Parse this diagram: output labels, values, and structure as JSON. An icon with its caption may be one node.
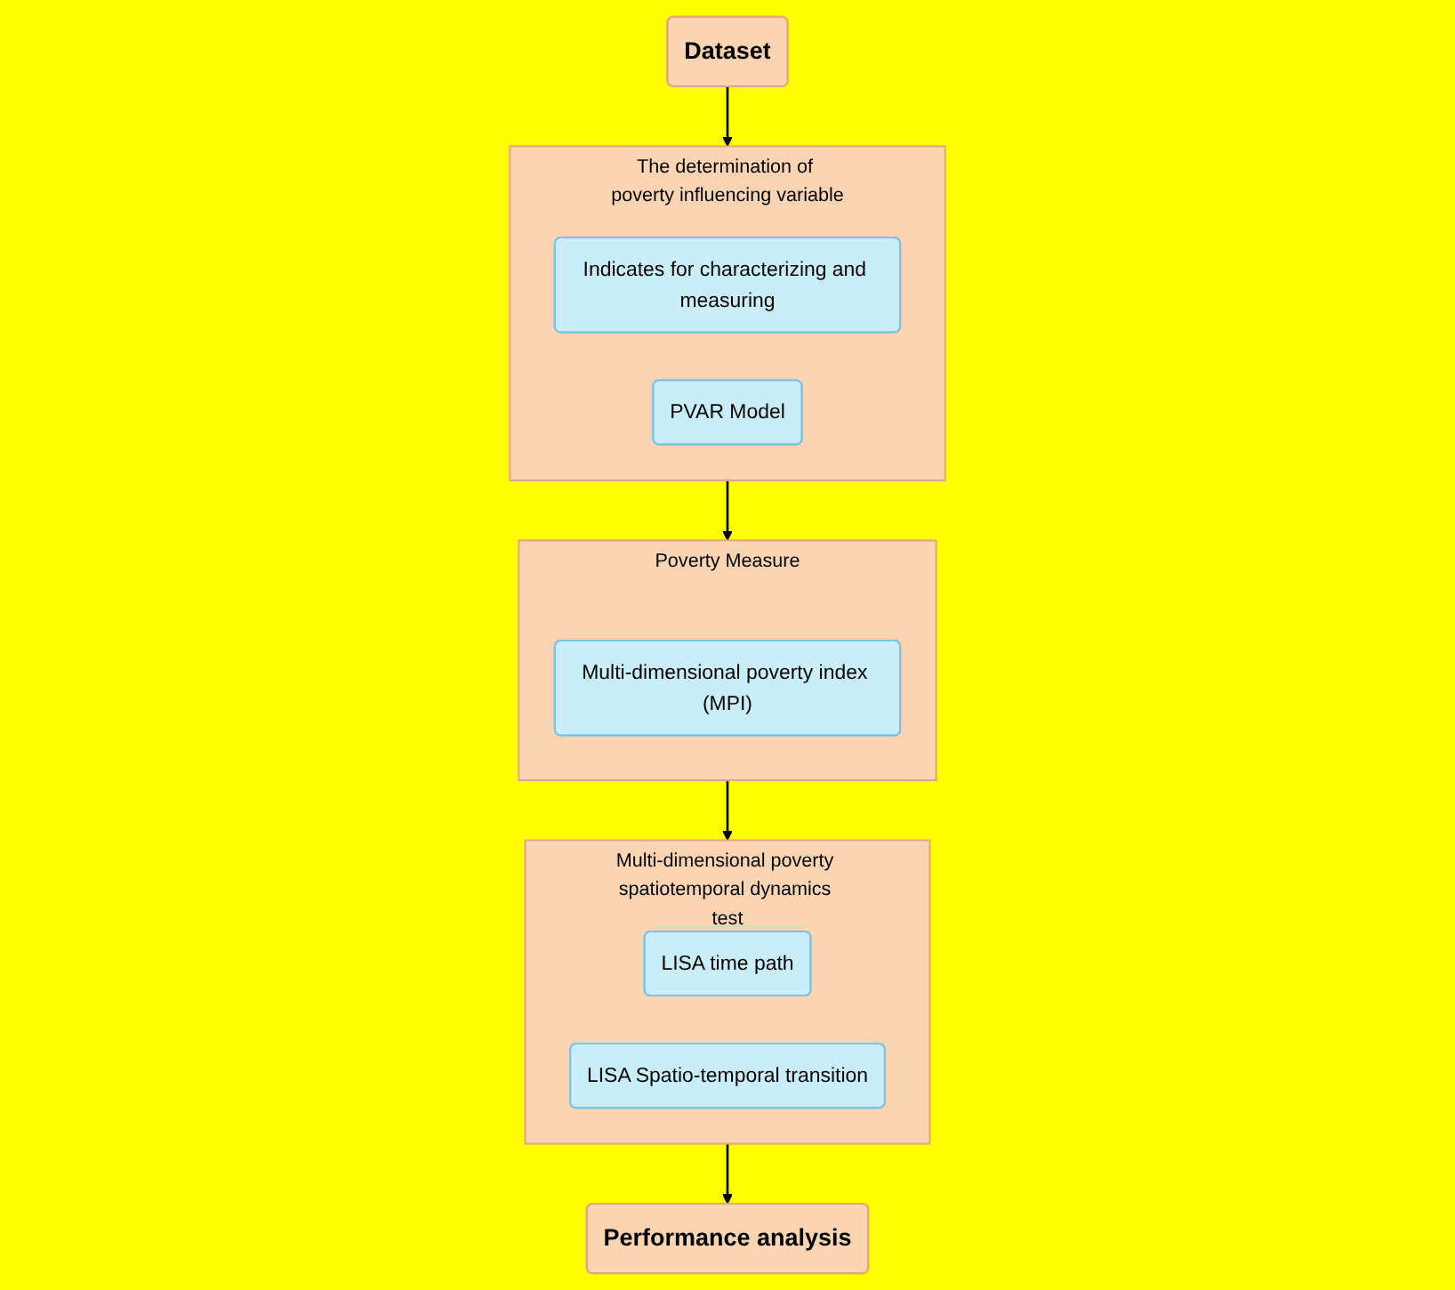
{
  "diagram": {
    "nodes": [
      {
        "text": [
          "Dataset"
        ]
      },
      {
        "text": [
          "The determination of poverty influencing variable"
        ]
      },
      {
        "text": [
          "Indicates for characterizing and measuring"
        ],
        "in": 1
      },
      {
        "text": [
          "PVAR Model"
        ],
        "in": 1
      },
      {
        "text": [
          "Poverty Measure"
        ]
      },
      {
        "text": [
          "Multi-dimensional poverty index (MPI)"
        ],
        "in": 4
      },
      {
        "text": [
          "Multi-dimensional poverty spatiotemporal dynamics test"
        ]
      },
      {
        "text": [
          "LISA time path"
        ],
        "in": 6
      },
      {
        "text": [
          "LISA Spatio-temporal transition"
        ],
        "in": 6
      },
      {
        "text": [
          "Performance analysis"
        ]
      }
    ],
    "edges": [
      {
        "from": 0,
        "to": 1,
        "arrow": "to"
      },
      {
        "from": 1,
        "to": 4,
        "arrow": "to"
      },
      {
        "from": 4,
        "to": 6,
        "arrow": "to"
      },
      {
        "from": 6,
        "to": 9,
        "arrow": "to"
      }
    ]
  }
}
